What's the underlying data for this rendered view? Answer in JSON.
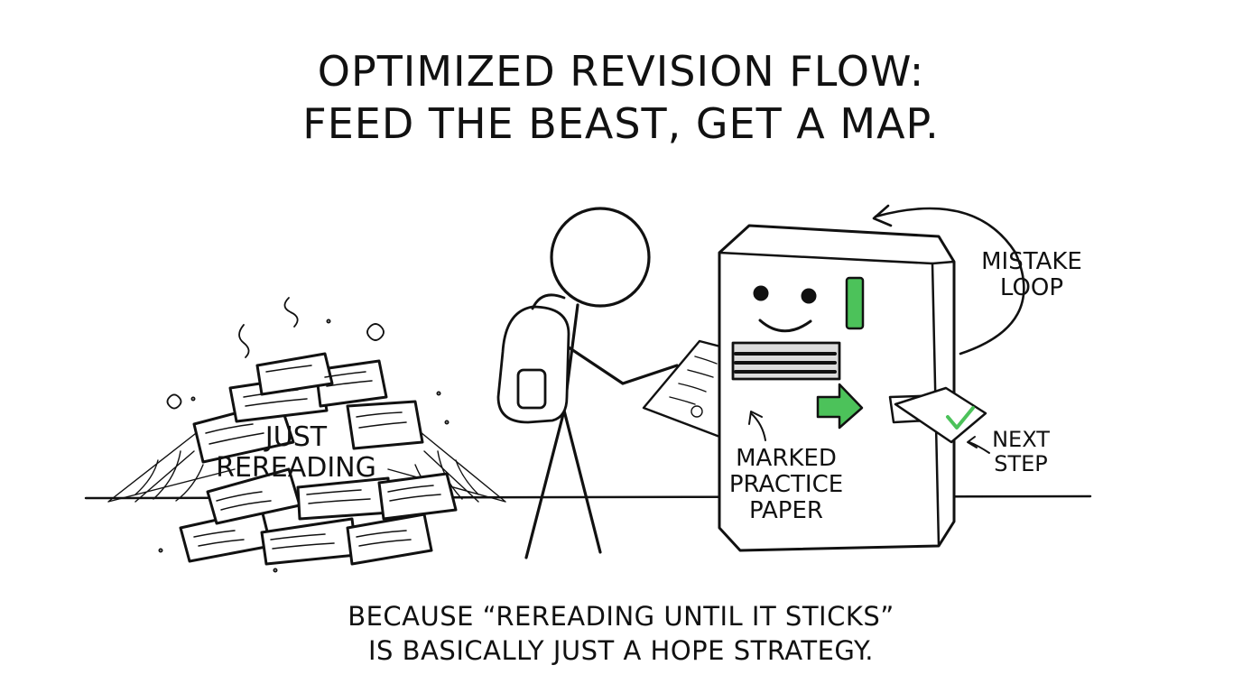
{
  "title": {
    "line1": "OPTIMIZED REVISION FLOW:",
    "line2": "FEED THE BEAST, GET A MAP."
  },
  "pile": {
    "label_line1": "JUST",
    "label_line2": "REREADING"
  },
  "paper": {
    "label_line1": "MARKED",
    "label_line2": "PRACTICE",
    "label_line3": "PAPER"
  },
  "loop": {
    "label_line1": "MISTAKE",
    "label_line2": "LOOP"
  },
  "output": {
    "label_line1": "NEXT",
    "label_line2": "STEP"
  },
  "caption": {
    "line1": "BECAUSE “REREADING UNTIL IT STICKS”",
    "line2": "IS BASICALLY JUST A HOPE STRATEGY."
  },
  "colors": {
    "ink": "#111111",
    "accent_green": "#4cc25a",
    "paper": "#ffffff"
  },
  "icons": [
    "stick-figure",
    "backpack",
    "paper-pile",
    "cobweb",
    "revision-machine",
    "smiley-face",
    "green-arrow",
    "checkmark"
  ]
}
